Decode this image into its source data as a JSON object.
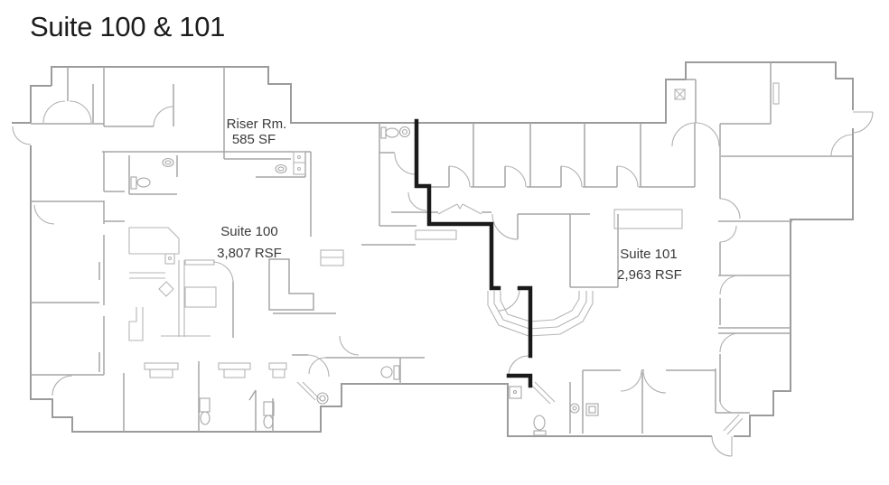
{
  "page": {
    "title": "Suite 100 & 101"
  },
  "floor_plan": {
    "rooms": [
      {
        "id": "riser-room",
        "name": "Riser Rm.",
        "area": "585 SF"
      },
      {
        "id": "suite-100",
        "name": "Suite 100",
        "area": "3,807 RSF"
      },
      {
        "id": "suite-101",
        "name": "Suite 101",
        "area": "2,963 RSF"
      }
    ],
    "icons": [
      "toilet-icon",
      "sink-icon",
      "door-arc-icon",
      "electrical-box-icon",
      "reception-desk-icon",
      "conference-table-icon"
    ],
    "colors": {
      "background": "#ffffff",
      "wall_outline": "#9b9b9b",
      "interior_wall": "#a6a6a6",
      "furniture": "#b5b5b5",
      "demising_wall": "#1a1a1a",
      "label_text": "#3a3a3a",
      "title_text": "#1c1c1c"
    }
  }
}
